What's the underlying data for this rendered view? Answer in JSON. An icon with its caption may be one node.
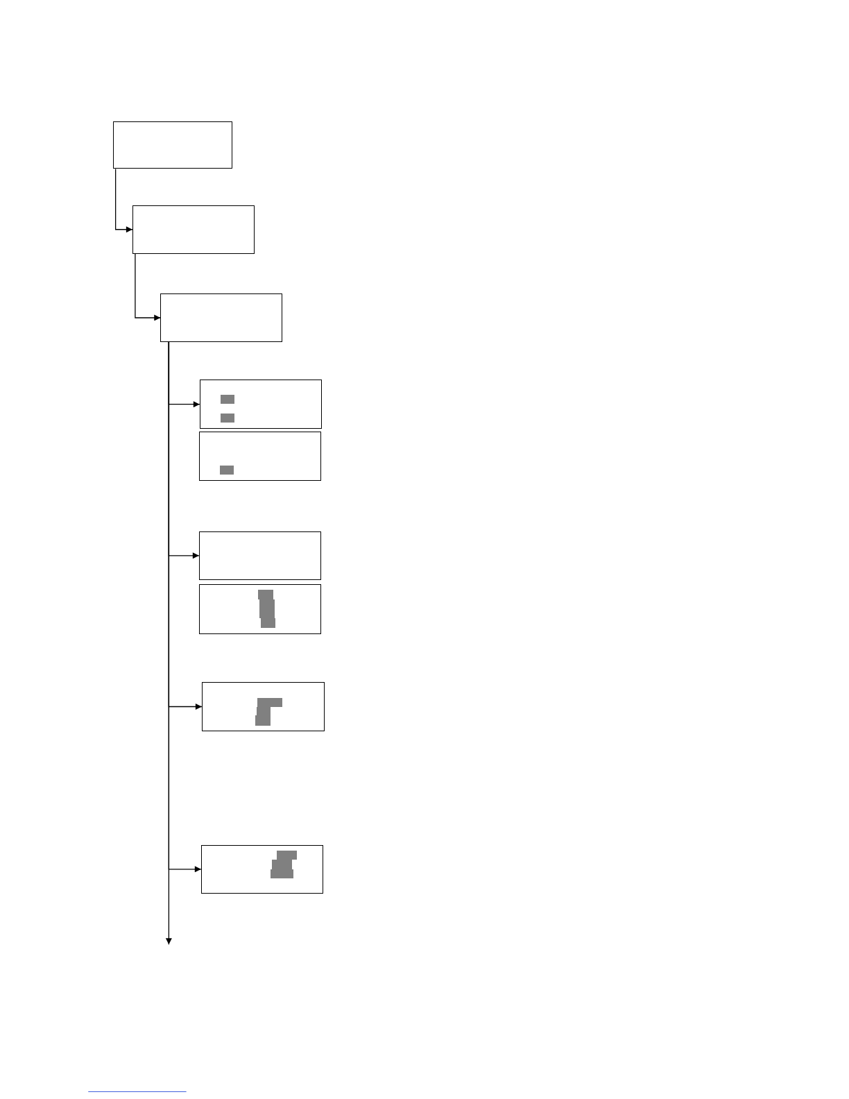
{
  "diagram": {
    "nodes": [
      {
        "text": [],
        "shape": "box"
      },
      {
        "text": [],
        "shape": "box"
      },
      {
        "text": [],
        "shape": "box"
      },
      {
        "text": [],
        "shape": "box"
      },
      {
        "text": [],
        "shape": "box"
      },
      {
        "text": [],
        "shape": "box"
      },
      {
        "text": [],
        "shape": "box"
      },
      {
        "text": [],
        "shape": "box"
      },
      {
        "text": [],
        "shape": "box"
      }
    ],
    "edges": [
      {
        "from": 0,
        "to": 1,
        "arrow": "to"
      },
      {
        "from": 1,
        "to": 2,
        "arrow": "to"
      },
      {
        "from": 2,
        "to": null,
        "arrow": "to"
      },
      {
        "from": 2,
        "to": 3,
        "arrow": "to"
      },
      {
        "from": 2,
        "to": 5,
        "arrow": "to"
      },
      {
        "from": 2,
        "to": 7,
        "arrow": "to"
      },
      {
        "from": 2,
        "to": 8,
        "arrow": "to"
      }
    ]
  }
}
